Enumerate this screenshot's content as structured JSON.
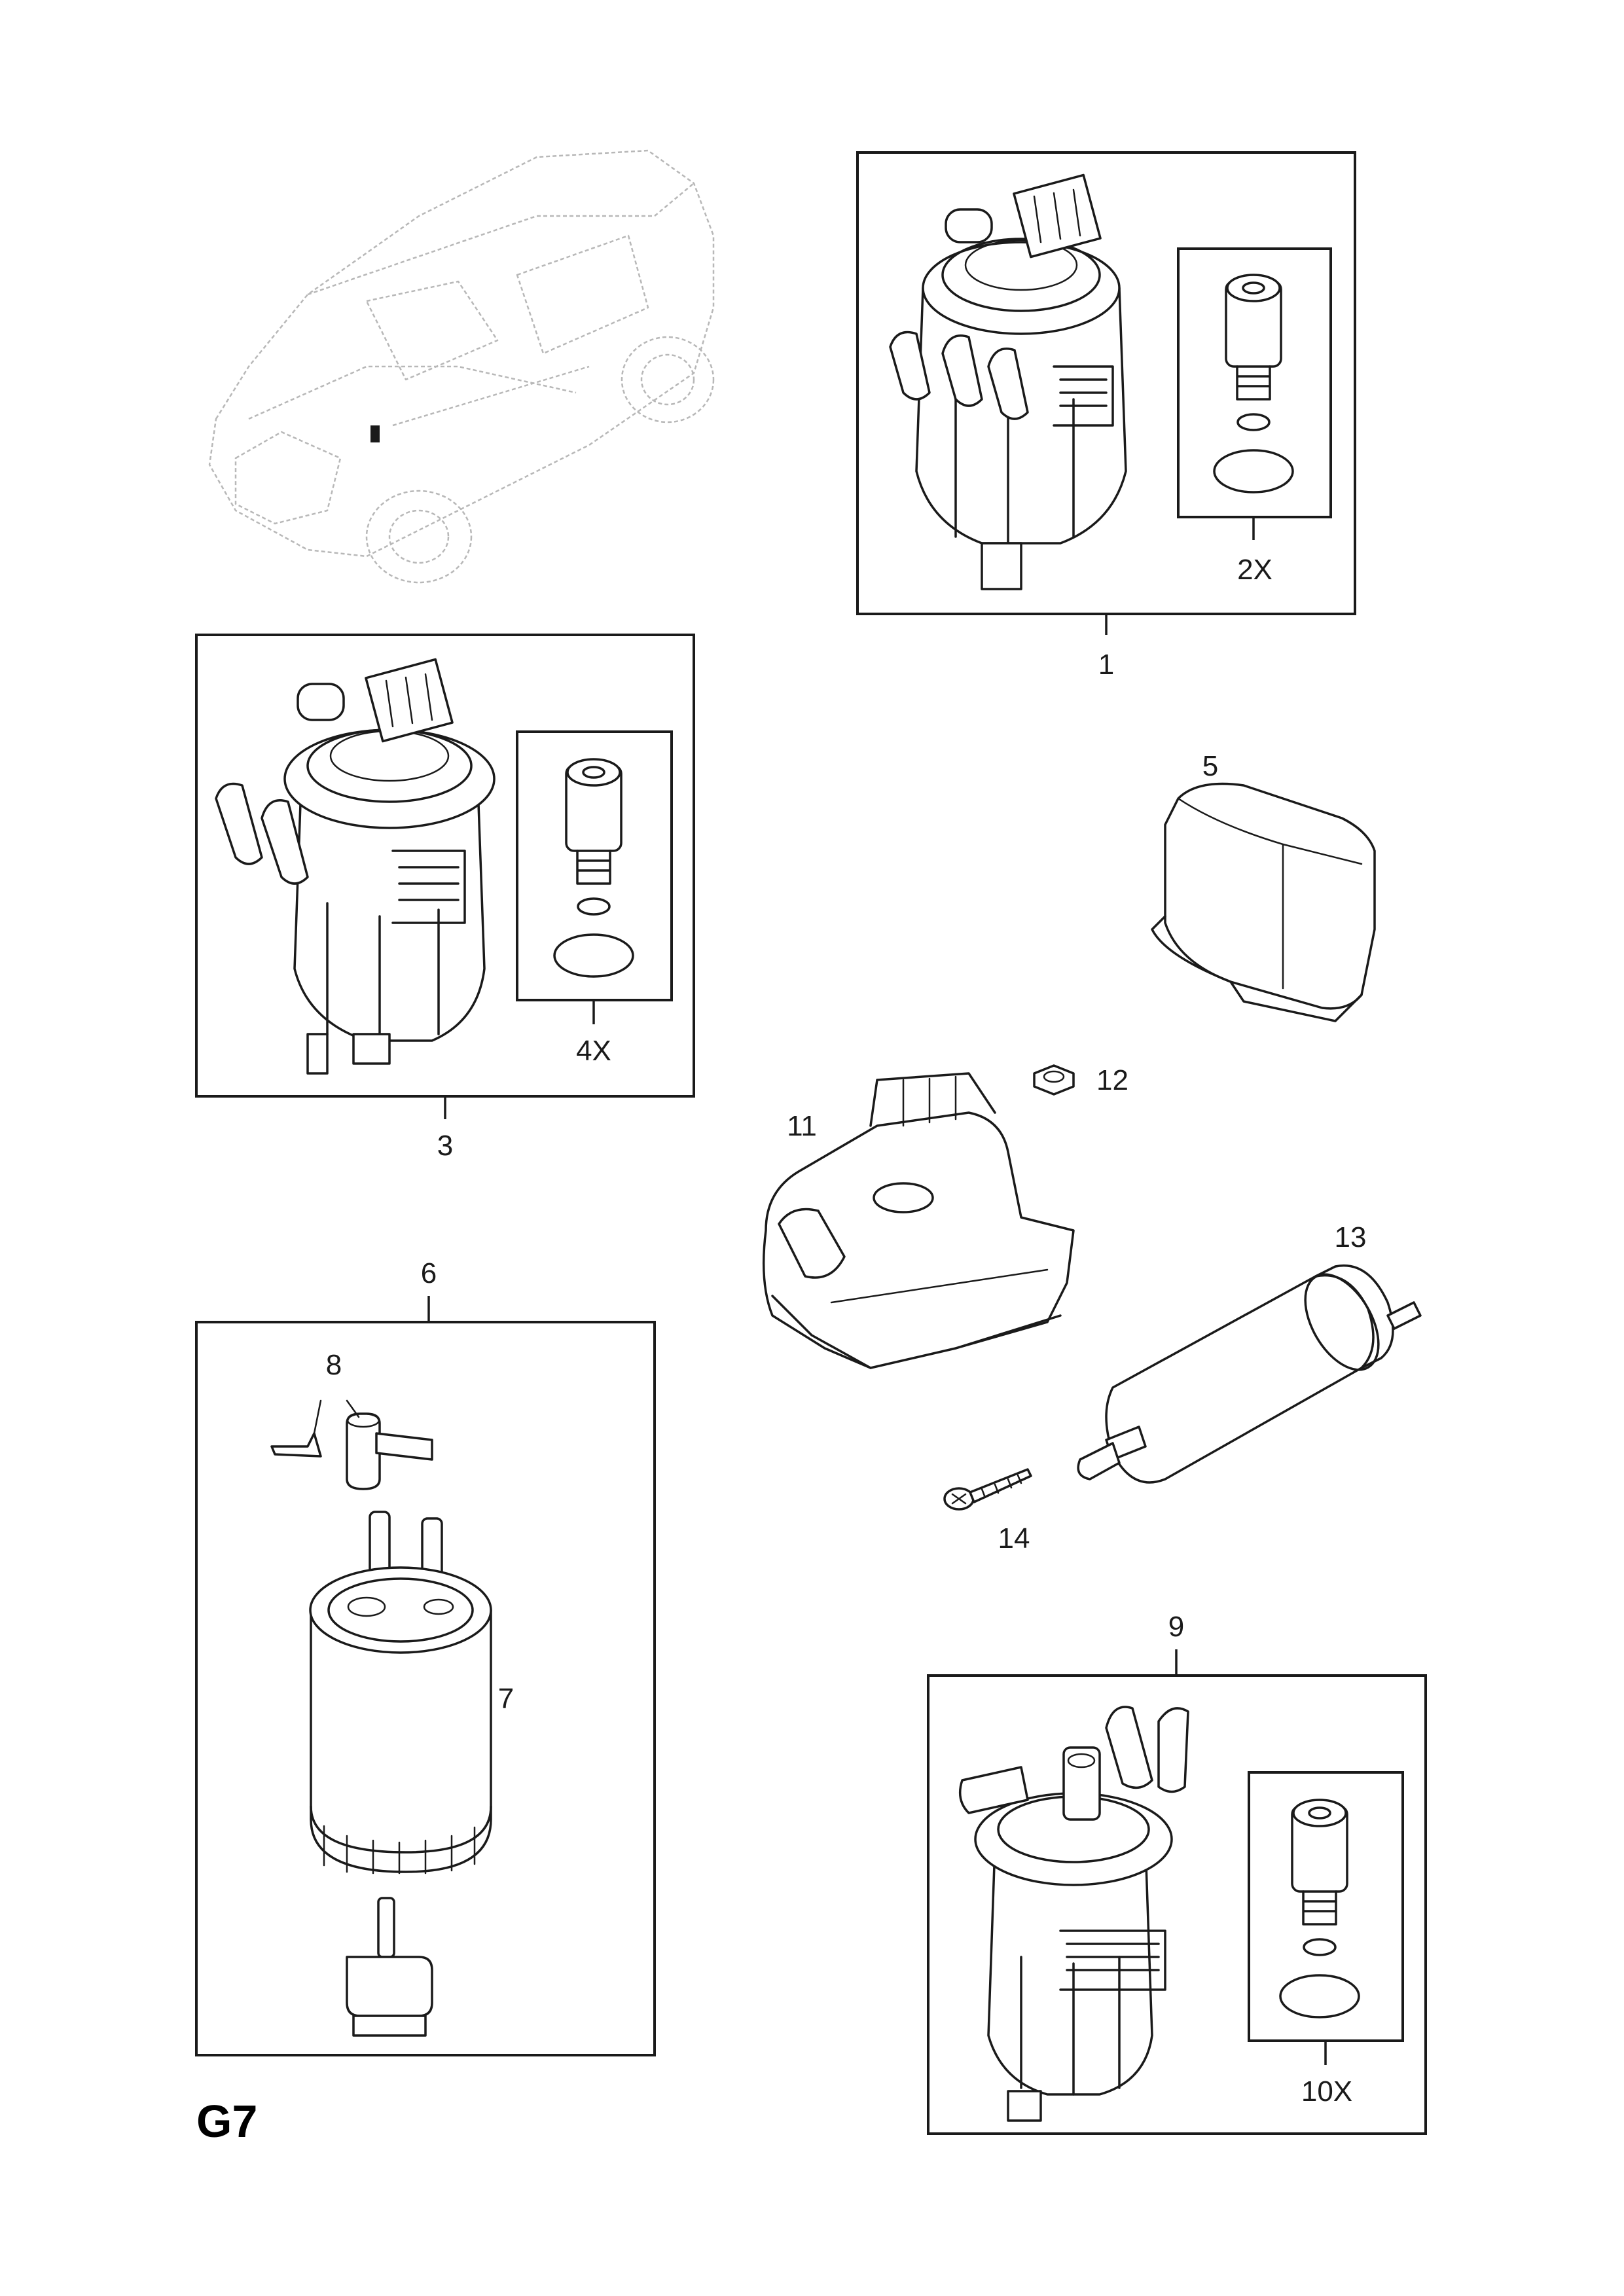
{
  "page_code": "G7",
  "callouts": {
    "c1": "1",
    "c2x": "2X",
    "c3": "3",
    "c4x": "4X",
    "c5": "5",
    "c6": "6",
    "c7": "7",
    "c8": "8",
    "c9": "9",
    "c10x": "10X",
    "c11": "11",
    "c12": "12",
    "c13": "13",
    "c14": "14"
  }
}
